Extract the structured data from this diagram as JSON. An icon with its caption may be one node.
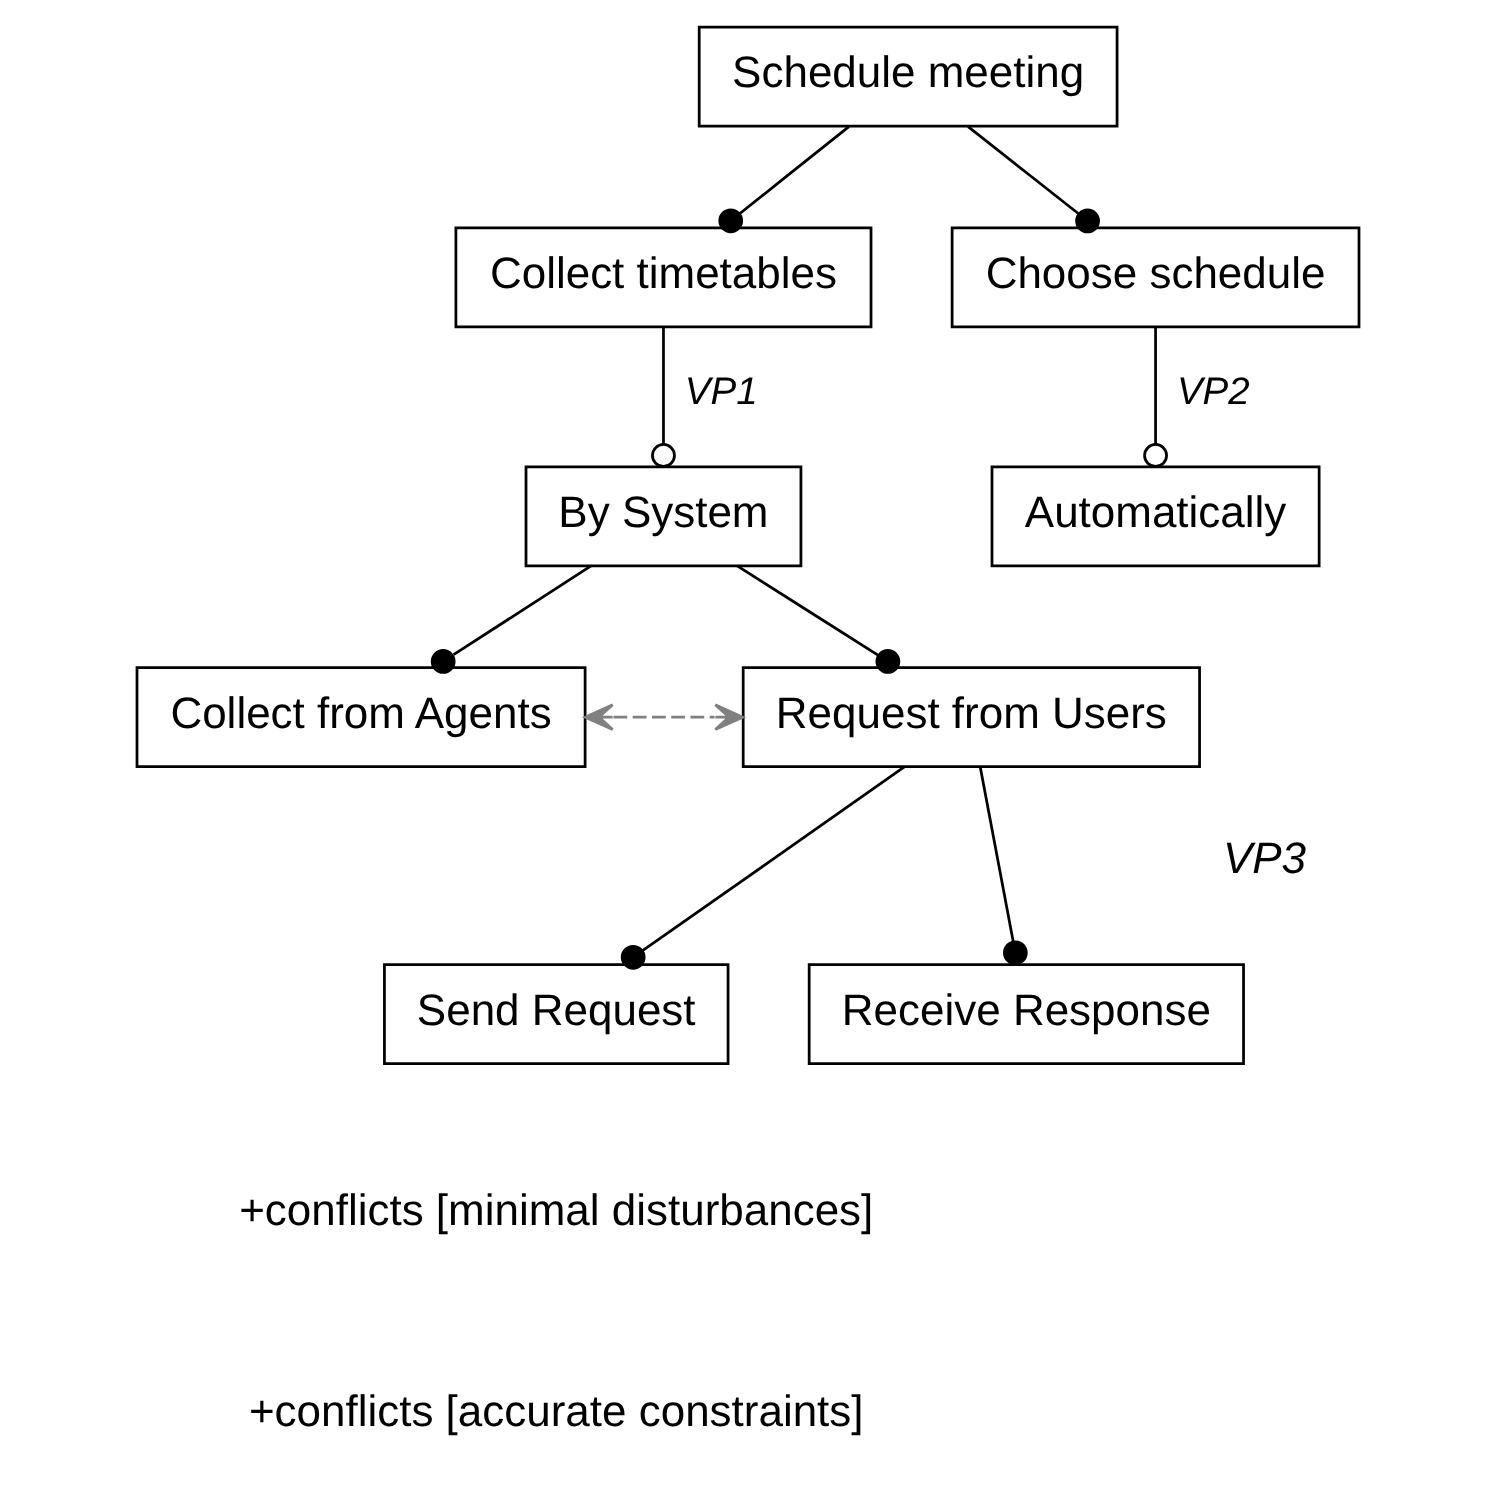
{
  "diagram": {
    "nodes": [
      {
        "text": [
          "Schedule meeting"
        ]
      },
      {
        "text": [
          "Collect timetables"
        ]
      },
      {
        "text": [
          "Choose schedule"
        ]
      },
      {
        "text": [
          "By System"
        ]
      },
      {
        "text": [
          "Automatically"
        ]
      },
      {
        "text": [
          "Collect from Agents"
        ]
      },
      {
        "text": [
          "Request from Users"
        ]
      },
      {
        "text": [
          "Send Request"
        ]
      },
      {
        "text": [
          "Receive Response"
        ]
      }
    ],
    "edges": [
      {
        "from": 0,
        "to": 1,
        "arrow": "other"
      },
      {
        "from": 0,
        "to": 2,
        "arrow": "other"
      },
      {
        "from": 1,
        "to": 3,
        "arrow": "other",
        "label": "VP1"
      },
      {
        "from": 2,
        "to": 4,
        "arrow": "other",
        "label": "VP2"
      },
      {
        "from": 3,
        "to": 5,
        "arrow": "other"
      },
      {
        "from": 3,
        "to": 6,
        "arrow": "other"
      },
      {
        "from": 6,
        "to": 7,
        "arrow": "other"
      },
      {
        "from": 6,
        "to": 8,
        "arrow": "other"
      },
      {
        "from": 5,
        "to": 6,
        "arrow": "both",
        "style": "dashed",
        "color": "#808080"
      }
    ],
    "labels": [
      "VP3",
      "+conflicts [minimal disturbances]",
      "+conflicts [accurate constraints]"
    ]
  }
}
